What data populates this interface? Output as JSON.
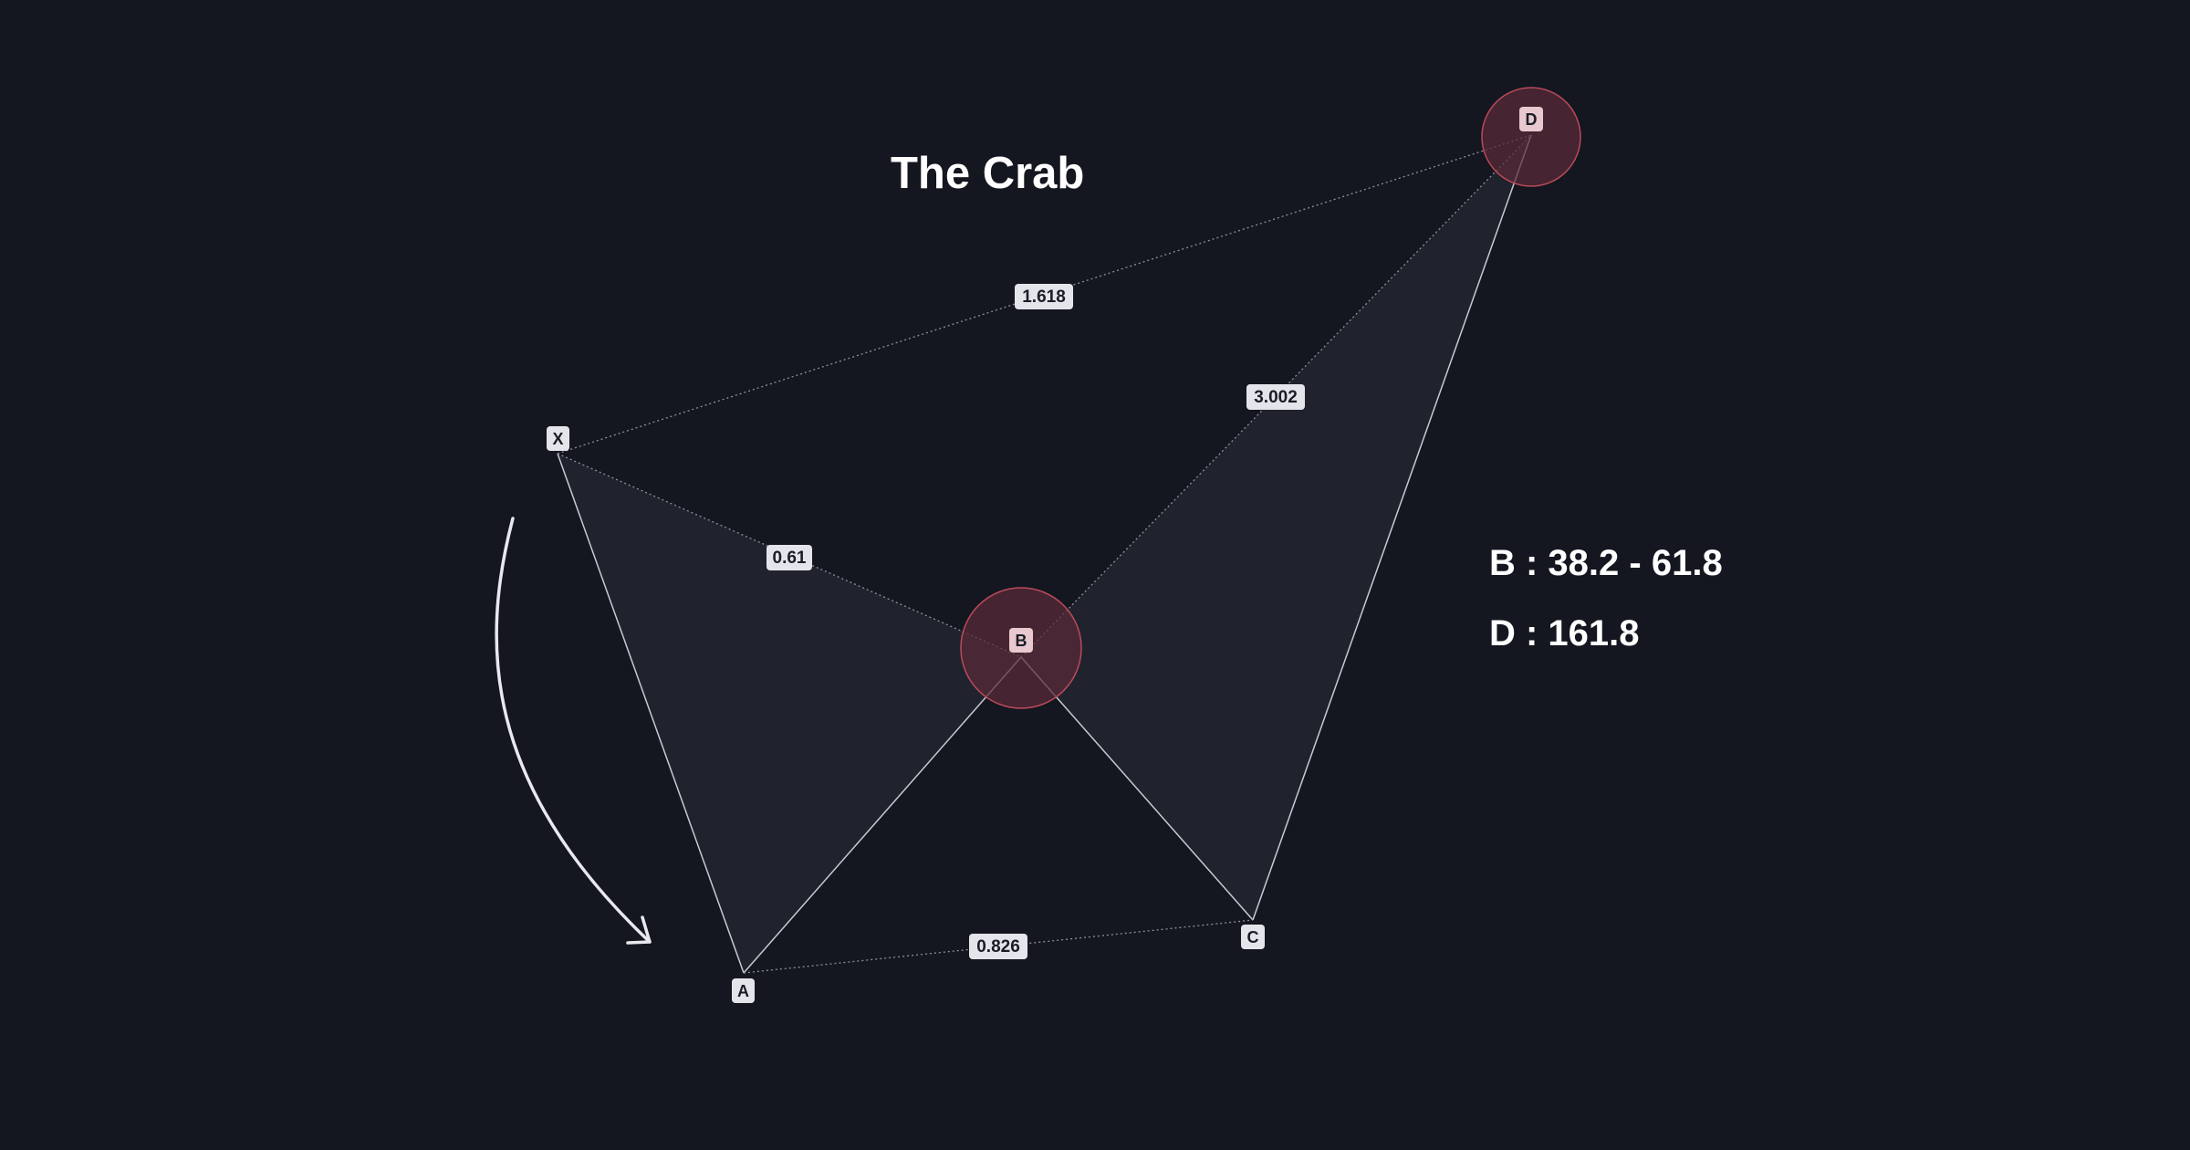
{
  "title": "The Crab",
  "points": [
    {
      "id": "X",
      "label": "X"
    },
    {
      "id": "A",
      "label": "A"
    },
    {
      "id": "B",
      "label": "B"
    },
    {
      "id": "C",
      "label": "C"
    },
    {
      "id": "D",
      "label": "D"
    }
  ],
  "ratios": [
    {
      "id": "xd",
      "label": "1.618"
    },
    {
      "id": "bd",
      "label": "3.002"
    },
    {
      "id": "xb",
      "label": "0.61"
    },
    {
      "id": "ac",
      "label": "0.826"
    }
  ],
  "info": {
    "b_line": "B : 38.2 - 61.8",
    "d_line": "D : 161.8"
  },
  "colors": {
    "background": "#141620",
    "fill": "#20222d",
    "line": "#c8cad3",
    "zone_fill": "#5a2a38",
    "zone_stroke": "#b84a5a",
    "label_bg": "#e4e5ea",
    "point_b_d_bg": "#e7c9cf"
  },
  "icons": {
    "direction_arrow": "curved-arrow-icon"
  }
}
